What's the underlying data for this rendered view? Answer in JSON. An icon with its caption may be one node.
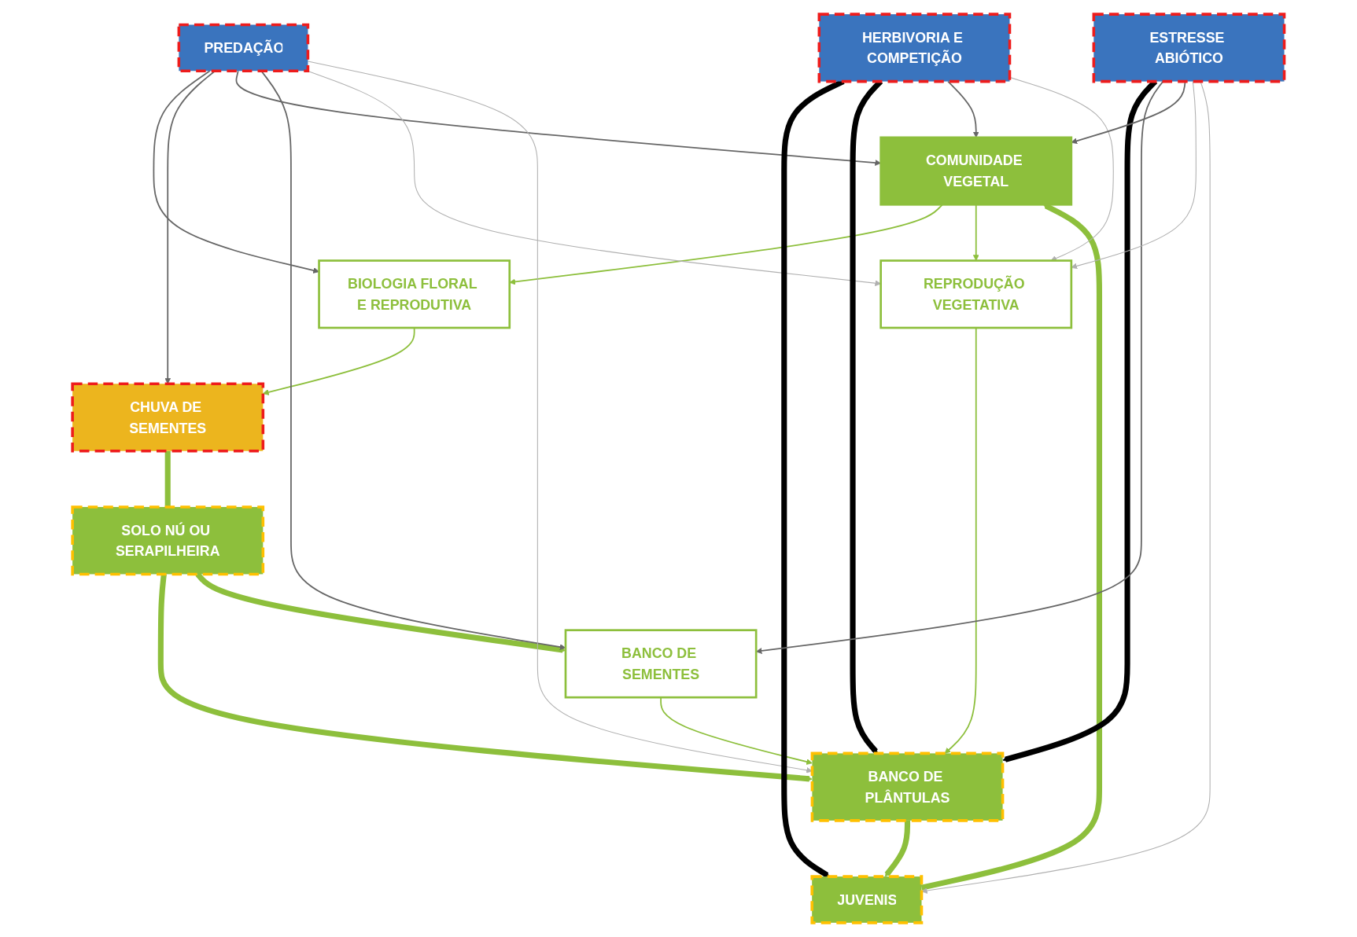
{
  "diagram": {
    "nodes": [
      {
        "text": [
          "COMUNIDADE VEGETAL"
        ]
      },
      {
        "text": [
          "BIOLOGIA FLORAL E REPRODUTIVA"
        ]
      },
      {
        "text": [
          "REPRODUÇÃO VEGETATIVA"
        ]
      },
      {
        "text": [
          "JUVENIS"
        ]
      },
      {
        "text": [
          "PREDAÇÃO"
        ]
      },
      {
        "text": [
          "HERBIVORIA E COMPETIÇÃO"
        ]
      },
      {
        "text": [
          "CHUVA DE SEMENTES"
        ]
      },
      {
        "text": [
          "BANCO DE PLÂNTULAS"
        ]
      },
      {
        "text": [
          "SOLO NÚ OU SERAPILHEIRA"
        ]
      },
      {
        "text": [
          "ESTRESSE ABIÓTICO"
        ]
      },
      {
        "text": [
          "BANCO DE SEMENTES"
        ]
      }
    ],
    "edges": [
      {
        "from": 0,
        "to": 1,
        "arrow": "to",
        "color": "#8dbf3c"
      },
      {
        "from": 0,
        "to": 2,
        "arrow": "to",
        "color": "#8dbf3c"
      },
      {
        "from": 2,
        "to": 7,
        "arrow": "to",
        "color": "#8dbf3c"
      },
      {
        "from": 1,
        "to": 6,
        "arrow": "to",
        "color": "#8dbf3c"
      },
      {
        "from": 10,
        "to": 7,
        "arrow": "to",
        "color": "#8dbf3c"
      },
      {
        "from": 7,
        "to": 3,
        "arrow": "to",
        "style": "thick",
        "color": "#8dbf3c"
      },
      {
        "from": 3,
        "to": 0,
        "arrow": "to",
        "style": "thick",
        "color": "#8dbf3c"
      },
      {
        "from": 6,
        "to": 8,
        "arrow": "none",
        "style": "thick",
        "color": "#8dbf3c"
      },
      {
        "from": 8,
        "to": 7,
        "arrow": "to",
        "style": "thick",
        "color": "#8dbf3c"
      },
      {
        "from": 8,
        "to": 10,
        "arrow": "to",
        "style": "thick",
        "color": "#8dbf3c"
      },
      {
        "from": 4,
        "to": 1,
        "arrow": "to"
      },
      {
        "from": 4,
        "to": 6,
        "arrow": "to"
      },
      {
        "from": 4,
        "to": 0,
        "arrow": "to"
      },
      {
        "from": 4,
        "to": 10,
        "arrow": "to"
      },
      {
        "from": 4,
        "to": 2,
        "arrow": "to",
        "color": "#b0b0b0"
      },
      {
        "from": 4,
        "to": 7,
        "arrow": "to",
        "color": "#b0b0b0"
      },
      {
        "from": 5,
        "to": 3,
        "arrow": "to",
        "style": "thick",
        "color": "#000000"
      },
      {
        "from": 5,
        "to": 7,
        "arrow": "to",
        "style": "thick",
        "color": "#000000"
      },
      {
        "from": 5,
        "to": 0,
        "arrow": "to"
      },
      {
        "from": 5,
        "to": 2,
        "arrow": "to",
        "color": "#b0b0b0"
      },
      {
        "from": 9,
        "to": 7,
        "arrow": "to",
        "style": "thick",
        "color": "#000000"
      },
      {
        "from": 9,
        "to": 10,
        "arrow": "to"
      },
      {
        "from": 9,
        "to": 0,
        "arrow": "to"
      },
      {
        "from": 9,
        "to": 2,
        "arrow": "to",
        "color": "#b0b0b0"
      },
      {
        "from": 9,
        "to": 3,
        "arrow": "to",
        "color": "#b0b0b0"
      }
    ]
  }
}
